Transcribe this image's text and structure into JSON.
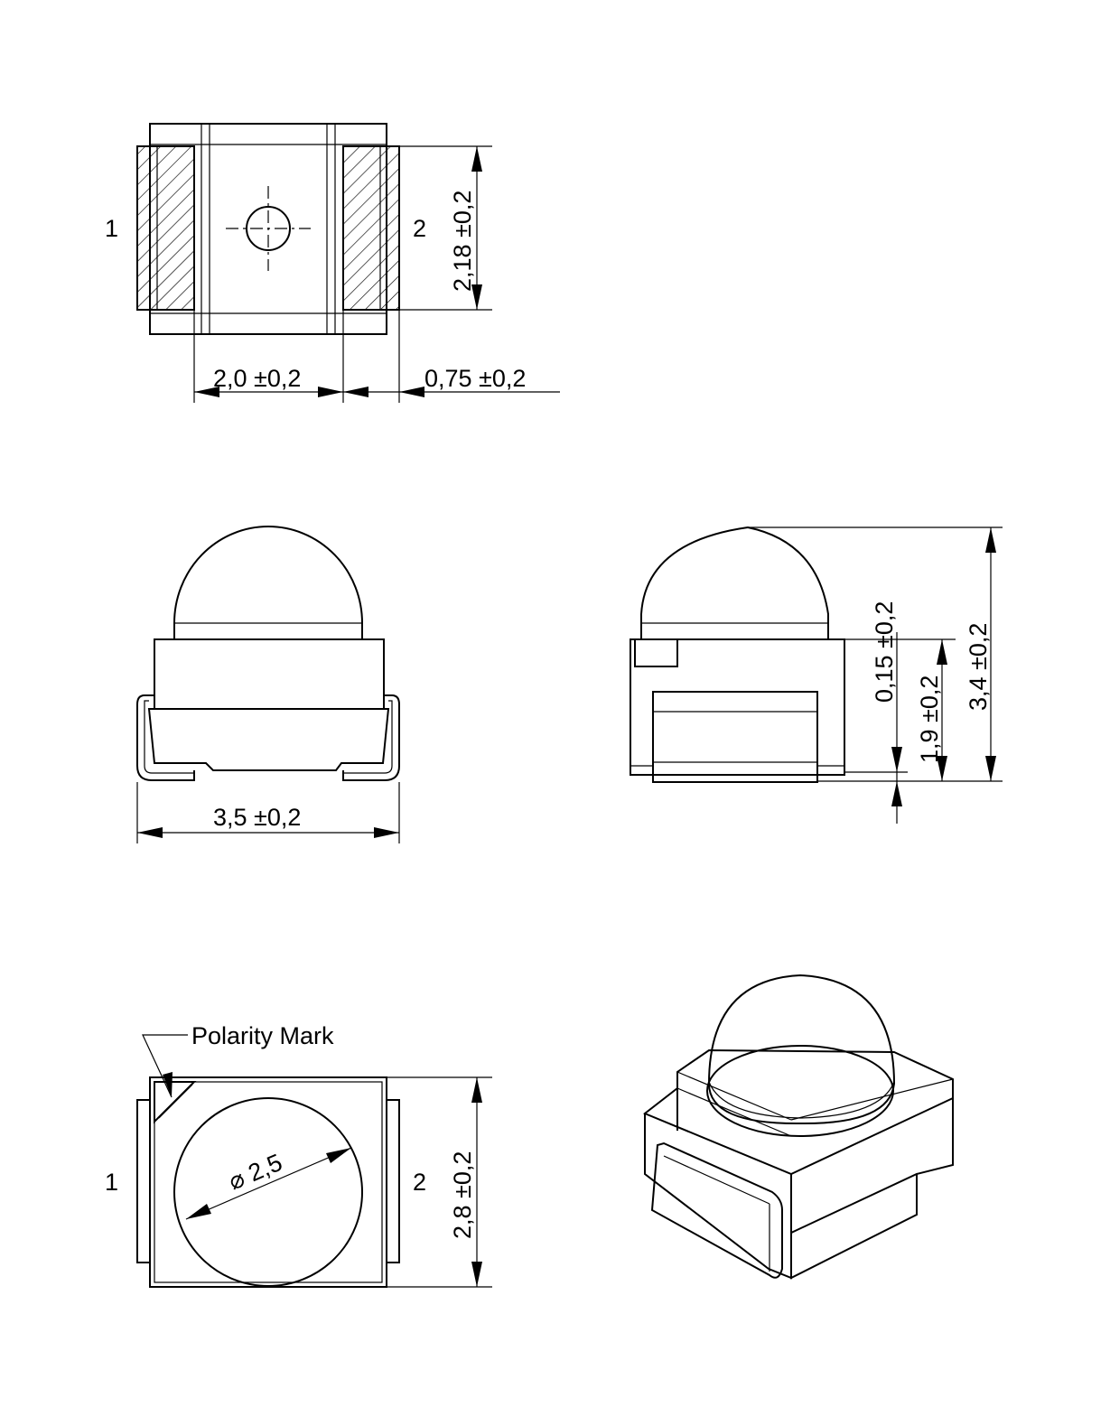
{
  "top_view": {
    "pin_left": "1",
    "pin_right": "2",
    "dim_height": "2,18 ±0,2",
    "dim_pad_spacing": "2,0 ±0,2",
    "dim_pad_width": "0,75 ±0,2"
  },
  "front_view": {
    "dim_width": "3,5 ±0,2"
  },
  "side_view": {
    "dim_standoff": "0,15 ±0,2",
    "dim_body_height": "1,9 ±0,2",
    "dim_total_height": "3,4 ±0,2"
  },
  "bottom_view": {
    "polarity_label": "Polarity Mark",
    "pin_left": "1",
    "pin_right": "2",
    "dim_diameter": "⌀ 2,5",
    "dim_height": "2,8 ±0,2"
  }
}
